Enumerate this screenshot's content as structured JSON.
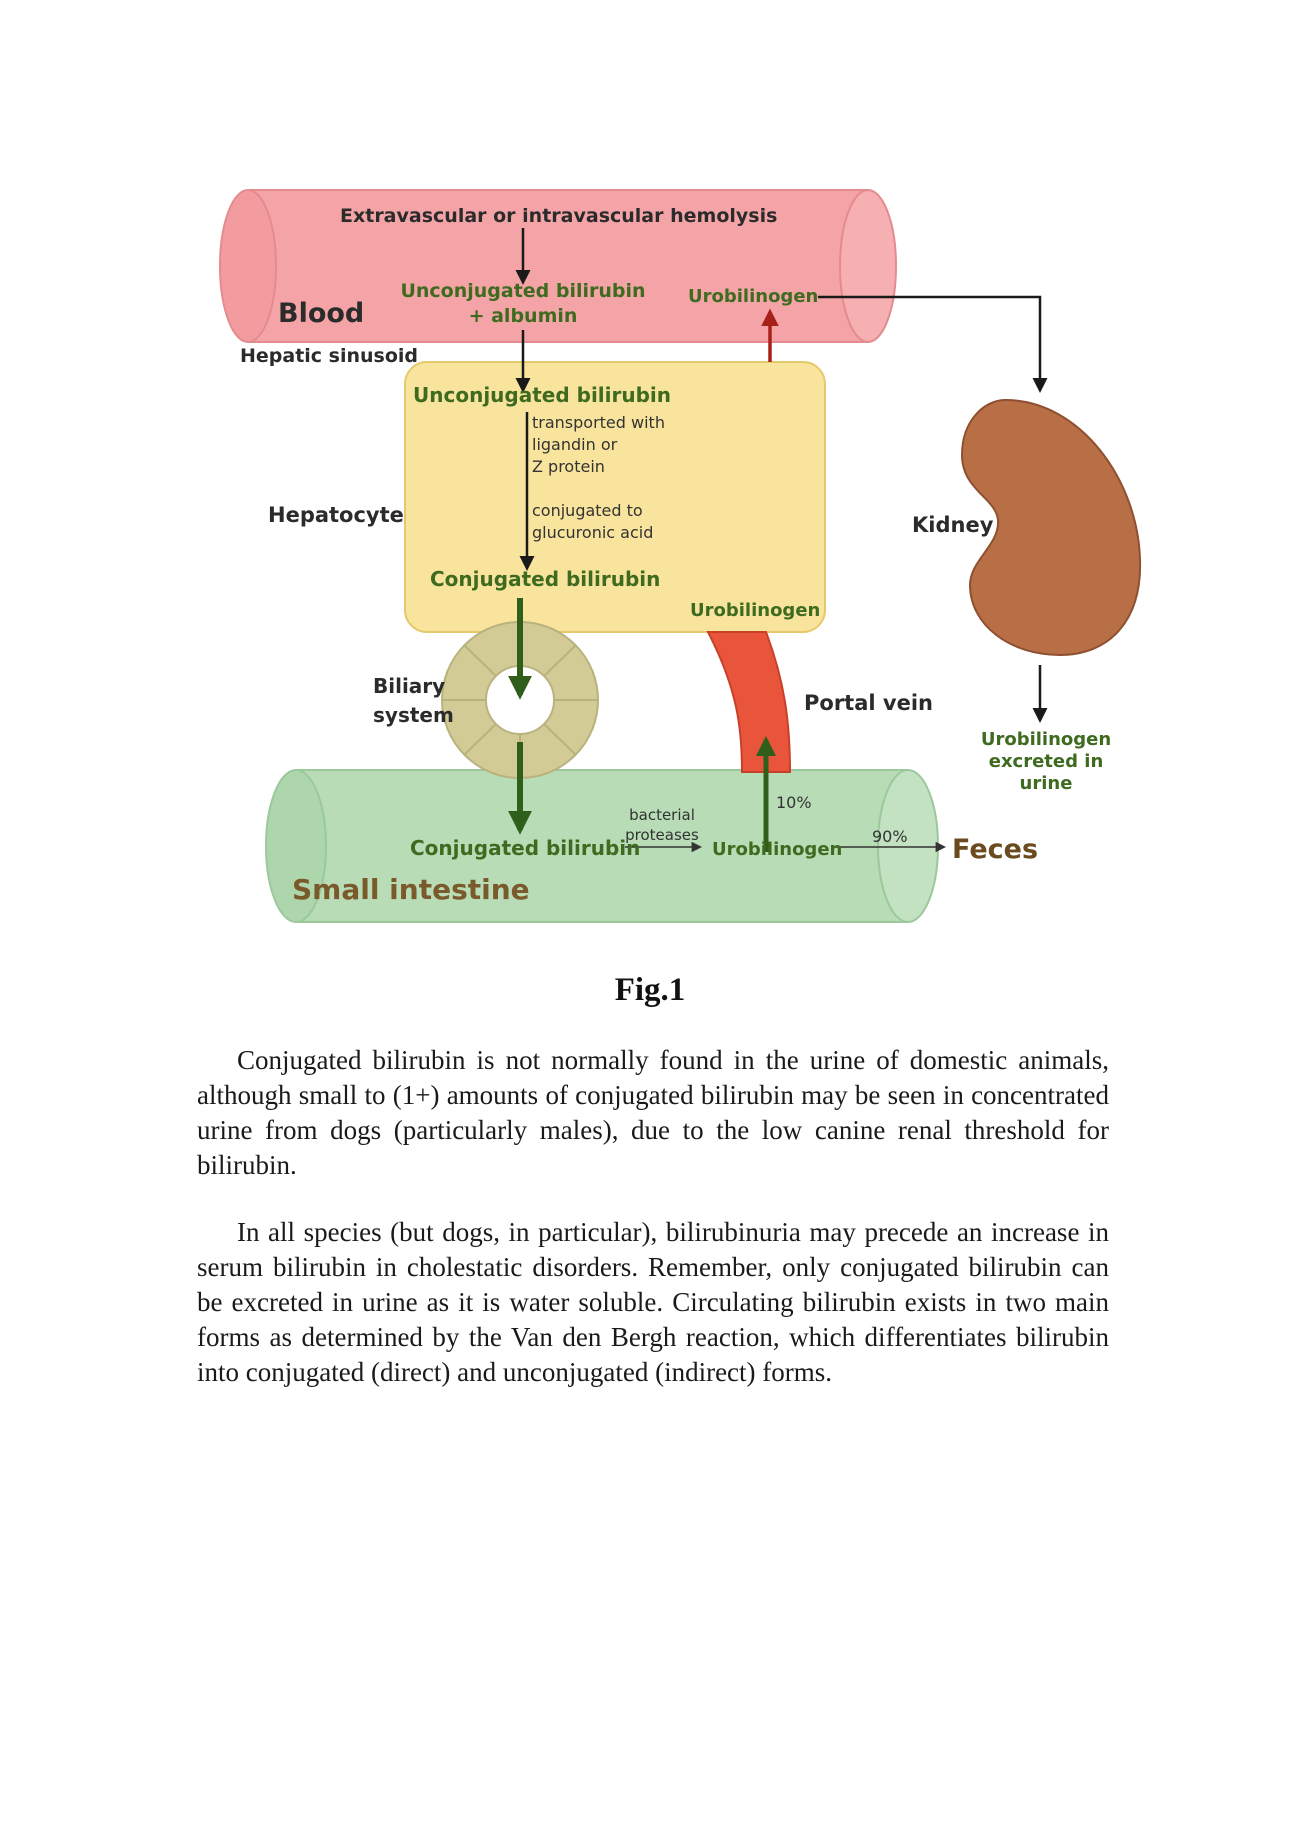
{
  "diagram": {
    "hemolysis": "Extravascular or intravascular hemolysis",
    "blood": "Blood",
    "blood_unconj_line1": "Unconjugated bilirubin",
    "blood_unconj_line2": "+ albumin",
    "blood_urobilinogen": "Urobilinogen",
    "hepatic_sinusoid": "Hepatic sinusoid",
    "hepatocyte": "Hepatocyte",
    "hep_unconj": "Unconjugated bilirubin",
    "transport_line1": "transported with",
    "transport_line2": "ligandin or",
    "transport_line3": "Z protein",
    "conj_note_line1": "conjugated to",
    "conj_note_line2": "glucuronic acid",
    "hep_conj": "Conjugated bilirubin",
    "hep_urobilinogen": "Urobilinogen",
    "biliary_line1": "Biliary",
    "biliary_line2": "system",
    "portal_vein": "Portal vein",
    "kidney": "Kidney",
    "kidney_out_line1": "Urobilinogen",
    "kidney_out_line2": "excreted in",
    "kidney_out_line3": "urine",
    "pct_10": "10%",
    "pct_90": "90%",
    "bacterial_line1": "bacterial",
    "bacterial_line2": "proteases",
    "int_conj": "Conjugated bilirubin",
    "int_urobilinogen": "Urobilinogen",
    "feces": "Feces",
    "small_intestine": "Small intestine"
  },
  "caption": "Fig.1",
  "paragraphs": [
    "Conjugated bilirubin is not normally found in the urine of domestic animals, although small to (1+) amounts of conjugated bilirubin may be seen in concentrated urine from dogs (particularly males), due to the low canine renal threshold for bilirubin.",
    "In all species (but dogs, in particular), bilirubinuria may precede an increase in serum bilirubin in cholestatic disorders. Remember, only conjugated bilirubin can be excreted in urine as it is water soluble. Circulating bilirubin exists in two main forms as determined by the Van den Bergh reaction, which differentiates bilirubin into conjugated (direct) and unconjugated (indirect) forms."
  ],
  "colors": {
    "blood": "#f4a4a6",
    "hepatocyte": "#f8e49c",
    "intestine": "#b7dcb6",
    "kidney": "#b86f46",
    "portal_vein": "#e8553a",
    "biliary": "#d2cb96",
    "green_arrow": "#2f5f1a",
    "red_arrow": "#a8201a"
  }
}
